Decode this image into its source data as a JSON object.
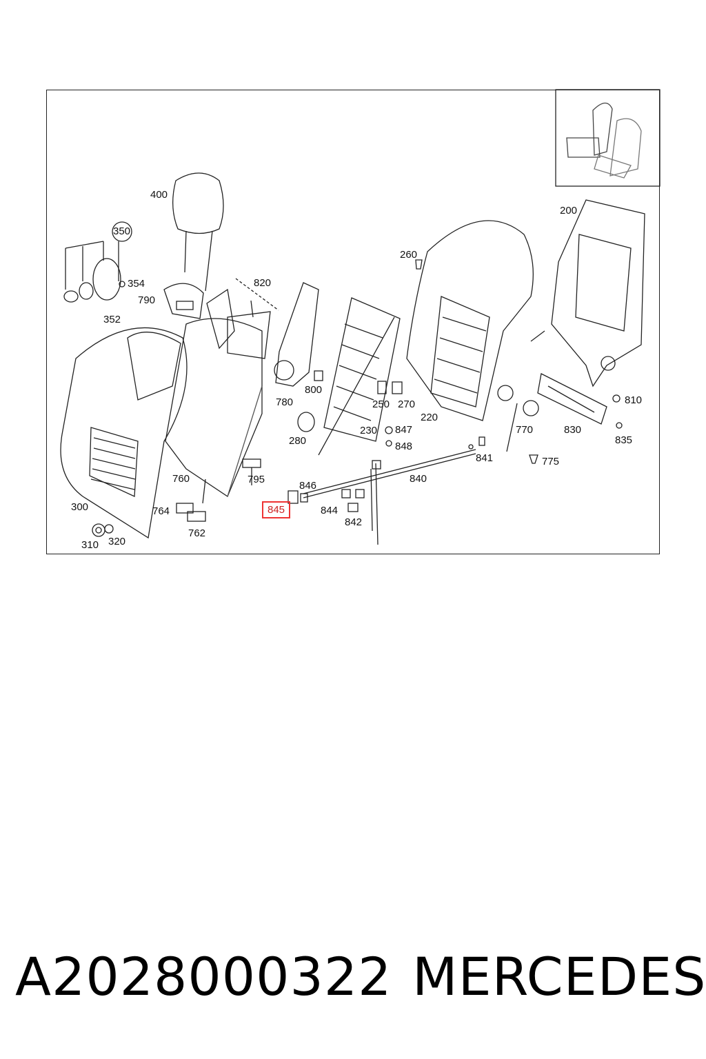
{
  "labels": {
    "p400": "400",
    "p350": "350",
    "p354": "354",
    "p790": "790",
    "p352": "352",
    "p820": "820",
    "p260": "260",
    "p200": "200",
    "p780": "780",
    "p800": "800",
    "p250": "250",
    "p270": "270",
    "p220": "220",
    "p810": "810",
    "p280": "280",
    "p230": "230",
    "p847": "847",
    "p848": "848",
    "p770": "770",
    "p830": "830",
    "p835": "835",
    "p841": "841",
    "p775": "775",
    "p760": "760",
    "p795": "795",
    "p846": "846",
    "p840": "840",
    "p300": "300",
    "p764": "764",
    "p845": "845",
    "p844": "844",
    "p842": "842",
    "p762": "762",
    "p310": "310",
    "p320": "320"
  },
  "highlighted_part": "845",
  "footer": {
    "part_number": "A2028000322",
    "brand": "MERCEDES"
  },
  "colors": {
    "highlight": "#e33333",
    "line": "#222222"
  }
}
